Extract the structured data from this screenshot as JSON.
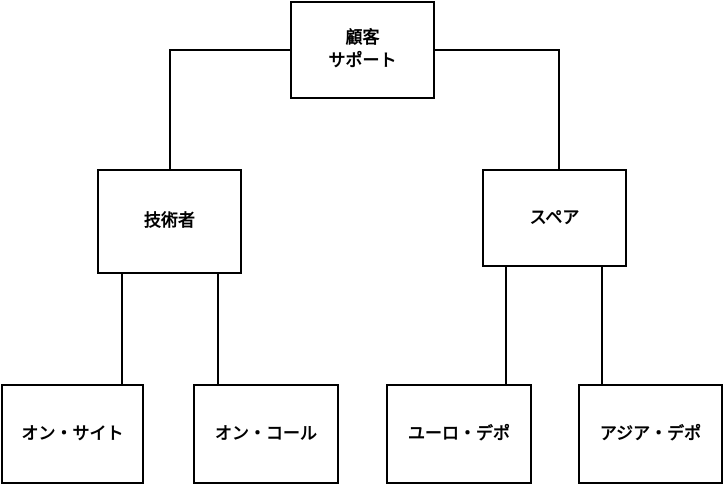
{
  "diagram": {
    "root": {
      "label": "顧客\nサポート"
    },
    "children": [
      {
        "label": "技術者",
        "children": [
          {
            "label": "オン・サイト"
          },
          {
            "label": "オン・コール"
          }
        ]
      },
      {
        "label": "スペア",
        "children": [
          {
            "label": "ユーロ・デポ"
          },
          {
            "label": "アジア・デポ"
          }
        ]
      }
    ],
    "line_color": "#000000",
    "box_border_color": "#000000",
    "box_fill_color": "#ffffff"
  }
}
